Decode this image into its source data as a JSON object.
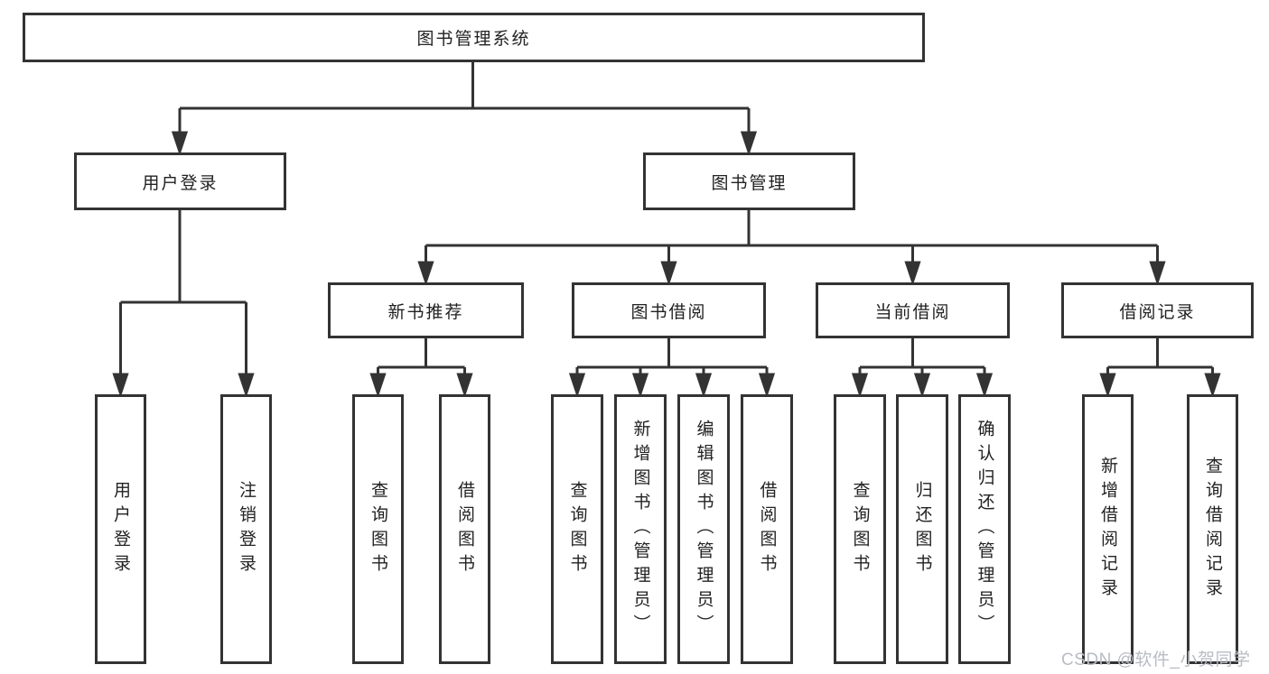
{
  "tree": {
    "root": "图书管理系统",
    "branches": [
      {
        "label": "用户登录",
        "children": [
          "用户登录",
          "注销登录"
        ]
      },
      {
        "label": "图书管理",
        "groups": [
          {
            "label": "新书推荐",
            "children": [
              "查询图书",
              "借阅图书"
            ]
          },
          {
            "label": "图书借阅",
            "children": [
              "查询图书",
              "新增图书（管理员）",
              "编辑图书（管理员）",
              "借阅图书"
            ]
          },
          {
            "label": "当前借阅",
            "children": [
              "查询图书",
              "归还图书",
              "确认归还（管理员）"
            ]
          },
          {
            "label": "借阅记录",
            "children": [
              "新增借阅记录",
              "查询借阅记录"
            ]
          }
        ]
      }
    ]
  },
  "watermark": "CSDN @软件_小贺同学",
  "colors": {
    "line": "#333333",
    "box_border": "#333333",
    "text": "#222222",
    "background": "#ffffff",
    "watermark": "#b9bcc3"
  }
}
